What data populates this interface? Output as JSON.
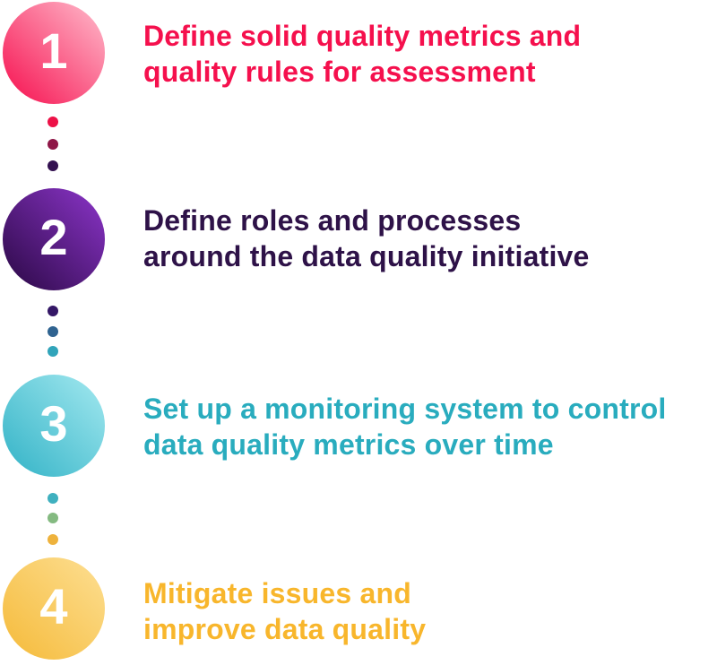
{
  "page": {
    "background_color": "#ffffff",
    "number_color": "#ffffff"
  },
  "steps": [
    {
      "number": "1",
      "line1": "Define solid quality metrics and",
      "line2": "quality rules for assessment",
      "text_color": "#f5104d",
      "circle_bg": "linear-gradient(225deg, #ffbdcd 0%, #f60e4e 100%)"
    },
    {
      "number": "2",
      "line1": "Define roles and processes",
      "line2": "around the data quality initiative",
      "text_color": "#2e1248",
      "circle_bg": "linear-gradient(225deg, #8c35ca 0%, #2a0844 100%)"
    },
    {
      "number": "3",
      "line1": "Set up a monitoring system to control",
      "line2": "data quality metrics over time",
      "text_color": "#29acbe",
      "circle_bg": "linear-gradient(225deg, #a4e9f0 0%, #31b2c6 100%)"
    },
    {
      "number": "4",
      "line1": "Mitigate issues and",
      "line2": "improve data quality",
      "text_color": "#f8b62c",
      "circle_bg": "linear-gradient(225deg, #fddf93 0%, #f5ba39 100%)"
    }
  ],
  "connectors": [
    {
      "dots": [
        "#ed1147",
        "#8f1747",
        "#331050"
      ]
    },
    {
      "dots": [
        "#341766",
        "#2f6390",
        "#31a4ba"
      ]
    },
    {
      "dots": [
        "#3fb0bf",
        "#84ba81",
        "#eeb23c"
      ]
    }
  ]
}
